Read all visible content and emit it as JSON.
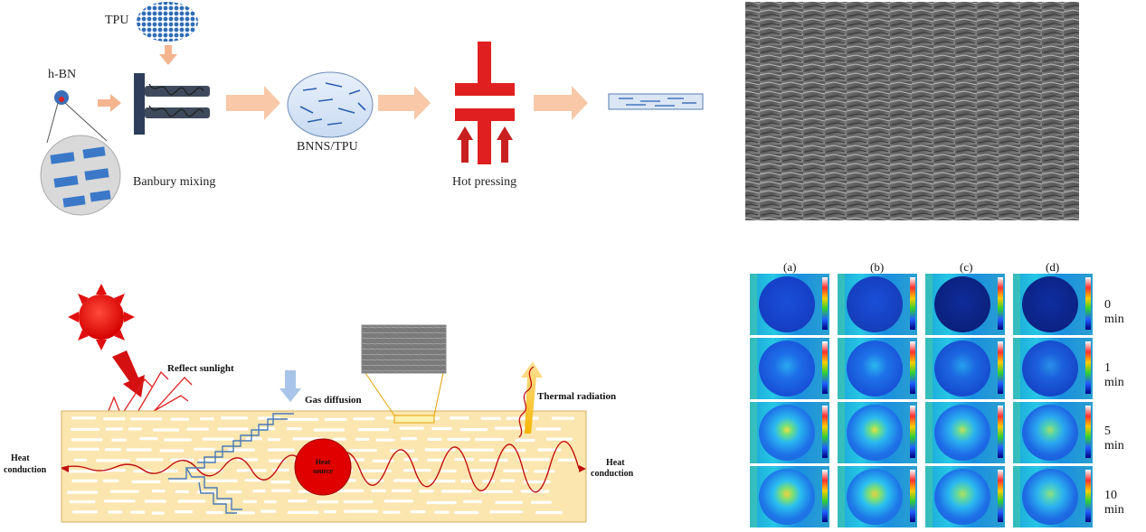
{
  "process": {
    "tpu_label": "TPU",
    "hbn_label": "h-BN",
    "banbury_label": "Banbury mixing",
    "bnns_label": "BNNS/TPU",
    "hot_pressing_label": "Hot pressing"
  },
  "mechanism": {
    "reflect_label": "Reflect sunlight",
    "gas_label": "Gas diffusion",
    "thermal_label": "Thermal radiation",
    "heat_left_line1": "Heat",
    "heat_left_line2": "conduction",
    "heat_right_line1": "Heat",
    "heat_right_line2": "conduction",
    "heat_source_line1": "Heat",
    "heat_source_line2": "source"
  },
  "thermal_grid": {
    "columns": [
      "(a)",
      "(b)",
      "(c)",
      "(d)"
    ],
    "rows": [
      "0 min",
      "1 min",
      "5 min",
      "10 min"
    ]
  }
}
